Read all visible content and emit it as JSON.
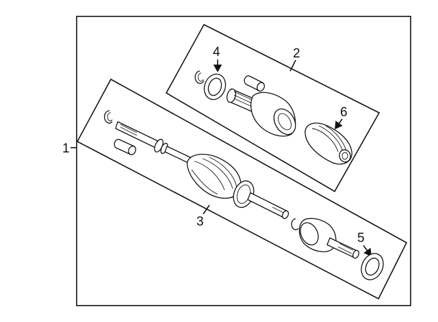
{
  "callouts": {
    "assembly": "1",
    "outer_group": "2",
    "inner_group": "3",
    "snap_ring": "4",
    "seal_ring": "5",
    "boot": "6"
  }
}
